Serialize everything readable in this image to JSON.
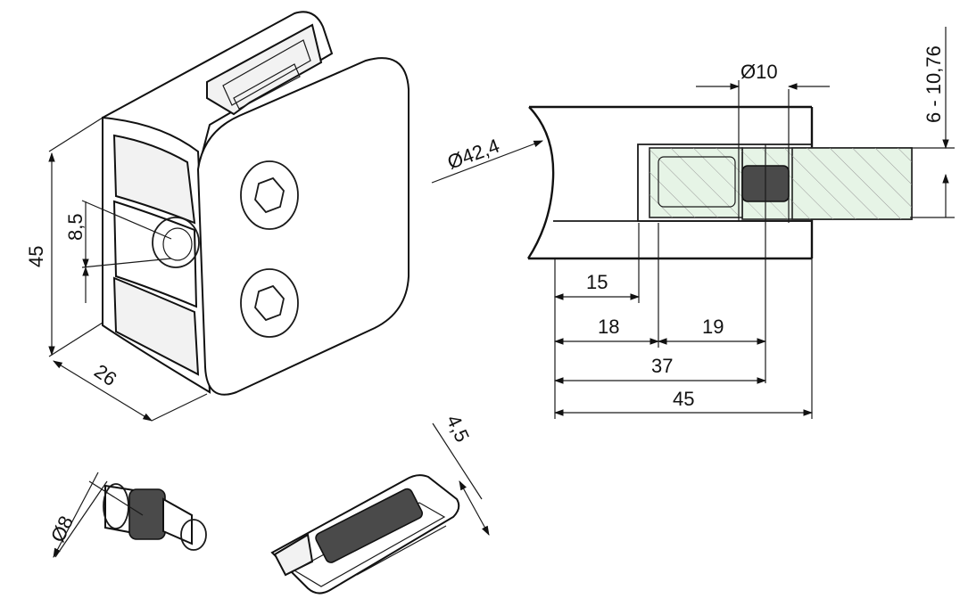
{
  "dimensions": {
    "iso_height": "45",
    "iso_depth": "26",
    "iso_slot": "8,5",
    "tube_diameter": "Ø42,4",
    "pin_diameter": "Ø10",
    "glass_thickness": "6 - 10,76",
    "dim_15": "15",
    "dim_18": "18",
    "dim_19": "19",
    "dim_37": "37",
    "dim_45": "45",
    "pin_part_diameter": "Ø8",
    "pad_thickness": "4,5"
  },
  "colors": {
    "glass_fill": "#e6f4e6",
    "rubber": "#4a4a4a",
    "line": "#111111"
  }
}
